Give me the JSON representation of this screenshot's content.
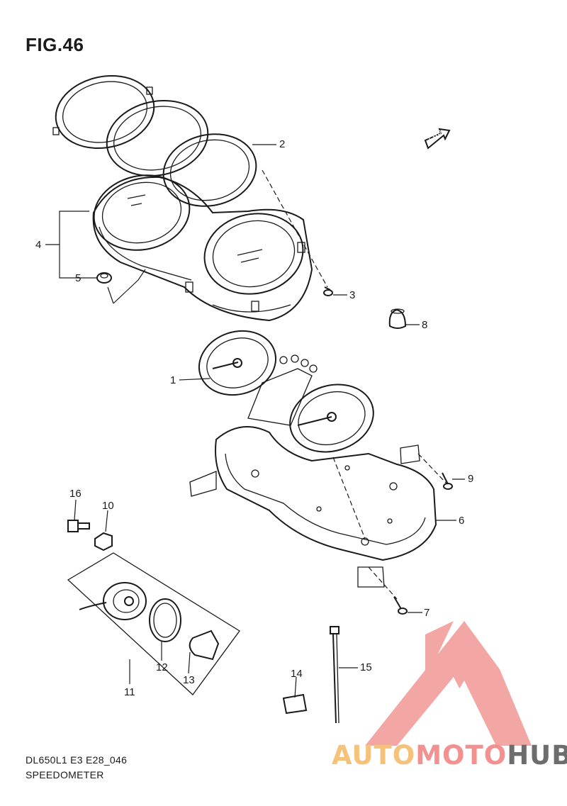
{
  "figure": {
    "title": "FIG.46",
    "model_code": "DL650L1 E3 E28_046",
    "section_name": "SPEEDOMETER",
    "direction_label": "FWD"
  },
  "callouts": [
    {
      "id": "1",
      "text": "1"
    },
    {
      "id": "2",
      "text": "2"
    },
    {
      "id": "3",
      "text": "3"
    },
    {
      "id": "4",
      "text": "4"
    },
    {
      "id": "5",
      "text": "5"
    },
    {
      "id": "6",
      "text": "6"
    },
    {
      "id": "7",
      "text": "7"
    },
    {
      "id": "8",
      "text": "8"
    },
    {
      "id": "9",
      "text": "9"
    },
    {
      "id": "10",
      "text": "10"
    },
    {
      "id": "11",
      "text": "11"
    },
    {
      "id": "12",
      "text": "12"
    },
    {
      "id": "13",
      "text": "13"
    },
    {
      "id": "14",
      "text": "14"
    },
    {
      "id": "15",
      "text": "15"
    },
    {
      "id": "16",
      "text": "16"
    }
  ],
  "watermark": {
    "part_a": "AUTO",
    "part_b": "MOTO",
    "part_c": "HUB",
    "colors": {
      "auto": "#f6c27a",
      "moto": "#f2918f",
      "hub": "#6d6d6d",
      "logo": "#f29896"
    }
  }
}
